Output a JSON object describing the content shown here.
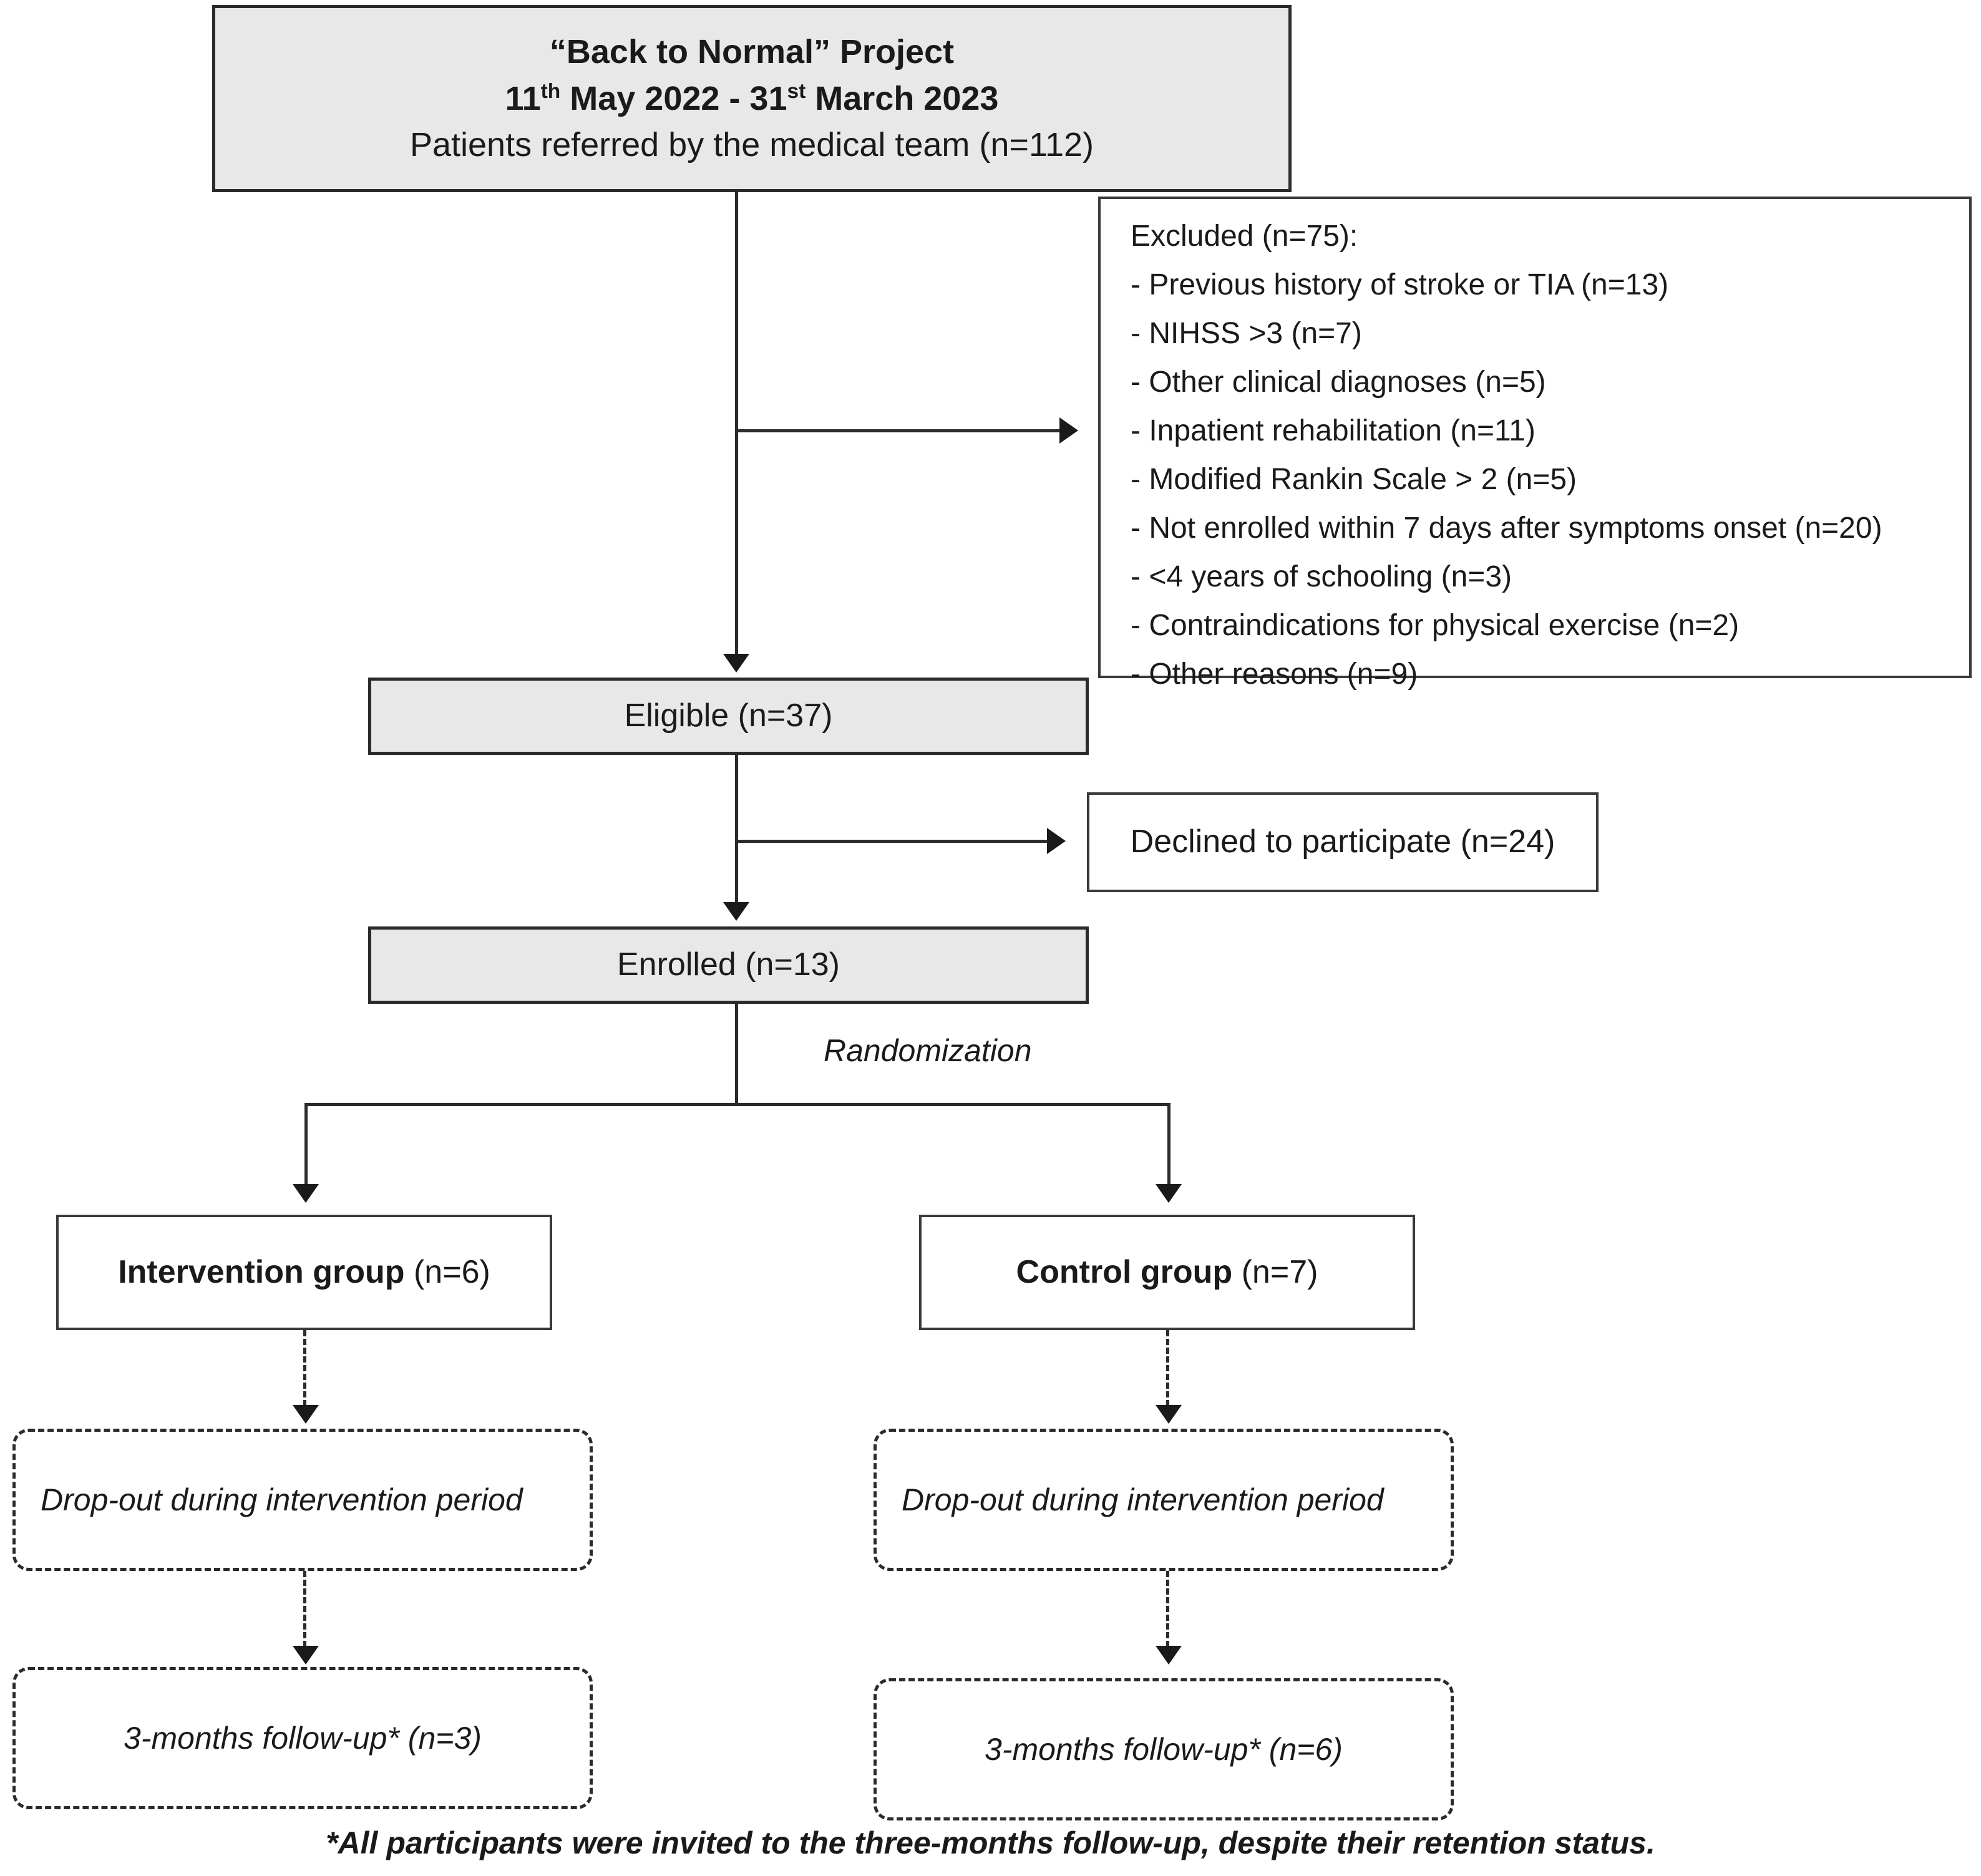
{
  "figure": {
    "type": "consort-flow-diagram",
    "title_box": {
      "line1": "“Back to Normal” Project",
      "line2_pre": "11",
      "line2_sup1": "th",
      "line2_mid": " May 2022 - 31",
      "line2_sup2": "st",
      "line2_post": " March 2023",
      "line3": "Patients referred by the medical team (n=112)"
    },
    "excluded_box": {
      "heading": "Excluded (n=75):",
      "reasons": [
        "- Previous history of stroke or TIA (n=13)",
        "- NIHSS >3 (n=7)",
        "- Other clinical diagnoses (n=5)",
        "- Inpatient rehabilitation (n=11)",
        "- Modified Rankin Scale > 2 (n=5)",
        "- Not enrolled within 7 days after symptoms onset (n=20)",
        "- <4 years of schooling (n=3)",
        "- Contraindications for physical exercise (n=2)",
        "- Other reasons (n=9)"
      ]
    },
    "eligible_box": {
      "label": "Eligible (n=37)"
    },
    "declined_box": {
      "label": "Declined to participate (n=24)"
    },
    "enrolled_box": {
      "label": "Enrolled (n=13)"
    },
    "randomization_label": "Randomization",
    "intervention_box": {
      "bold": "Intervention group",
      "rest": " (n=6)"
    },
    "control_box": {
      "bold": "Control group",
      "rest": " (n=7)"
    },
    "dropout_left": {
      "label": "Drop-out during intervention period"
    },
    "dropout_right": {
      "label": "Drop-out during intervention period"
    },
    "followup_left": {
      "label": "3-months follow-up* (n=3)"
    },
    "followup_right": {
      "label": "3-months follow-up* (n=6)"
    },
    "footnote": "*All participants were invited to the three-months follow-up, despite their retention status.",
    "colors": {
      "node_fill_gray": "#e8e8e8",
      "node_fill_white": "#ffffff",
      "stroke": "#2b2b2b",
      "text": "#1a1a1a"
    },
    "counts": {
      "referred": 112,
      "excluded_total": 75,
      "eligible": 37,
      "declined": 24,
      "enrolled": 13,
      "intervention": 6,
      "control": 7,
      "followup_intervention": 3,
      "followup_control": 6
    }
  }
}
